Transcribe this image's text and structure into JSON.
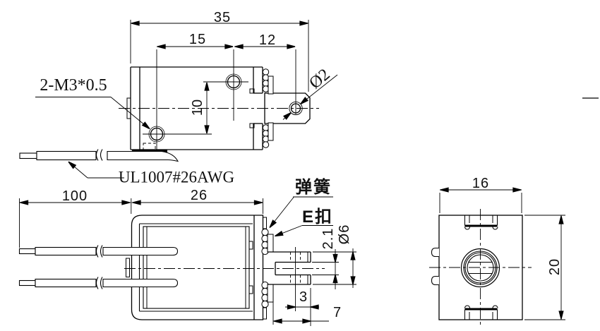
{
  "title": "solenoid engineering drawing",
  "colors": {
    "background": "#ffffff",
    "line": "#000000"
  },
  "top_view": {
    "dim_overall_width": "35",
    "dim_hole_spacing": "15",
    "dim_to_pin_hole": "12",
    "dim_hole_offset": "10",
    "label_mounting_holes": "2-M3*0.5",
    "label_pin_hole_dia": "Ø2",
    "label_lead_wire": "UL1007#26AWG"
  },
  "front_view": {
    "dim_lead_length": "100",
    "dim_body_length": "26",
    "label_spring": "弹簧",
    "label_e_ring": "E扣",
    "dim_slot_width": "2.1",
    "dim_plunger_dia": "Ø6",
    "dim_hole_to_tip": "3",
    "dim_plunger_ext": "7"
  },
  "side_view": {
    "dim_width": "16",
    "dim_height": "20"
  }
}
